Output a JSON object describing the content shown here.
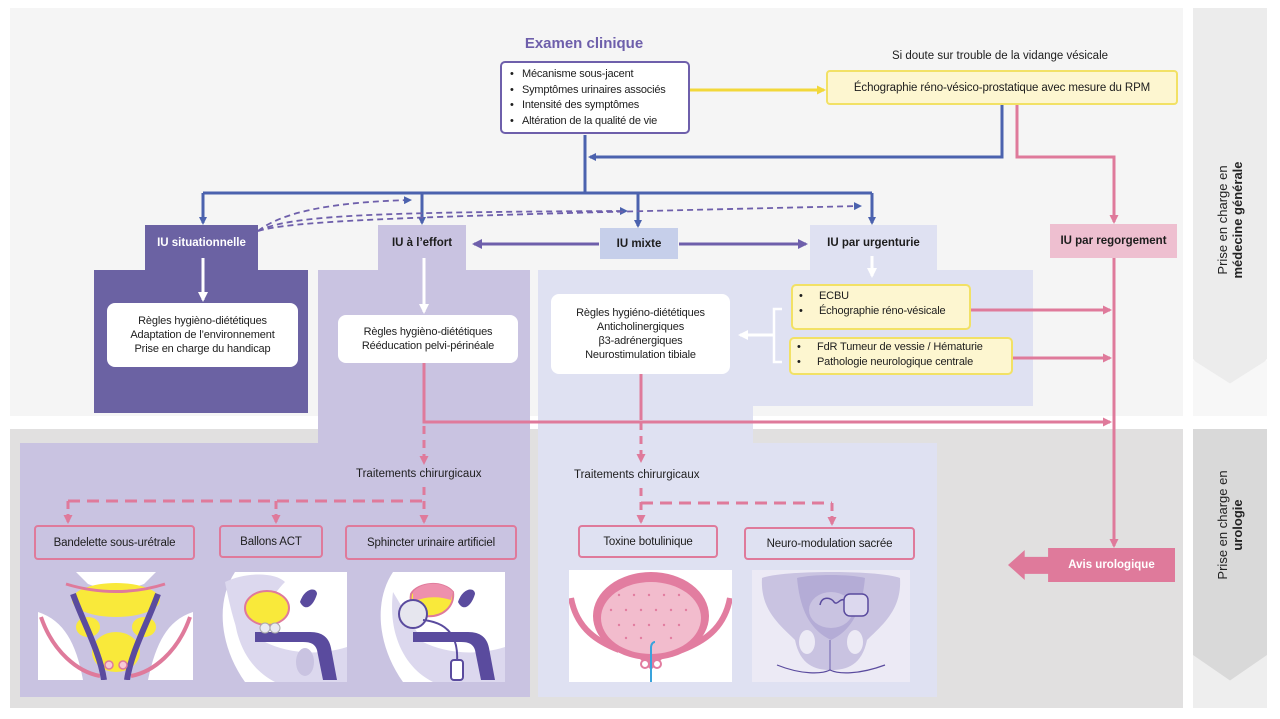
{
  "exam": {
    "title": "Examen clinique",
    "items": [
      "Mécanisme sous-jacent",
      "Symptômes urinaires associés",
      "Intensité des symptômes",
      "Altération de la qualité de vie"
    ]
  },
  "voiding_doubt": {
    "label": "Si doute sur trouble de la vidange vésicale",
    "exam": "Échographie réno-vésico-prostatique avec mesure du RPM"
  },
  "types": {
    "situational": {
      "label": "IU situationnelle",
      "treatments": [
        "Règles hygièno-diététiques",
        "Adaptation de l’environnement",
        "Prise en charge du handicap"
      ]
    },
    "stress": {
      "label": "IU à l’effort",
      "treatments": [
        "Règles hygièno-diététiques",
        "Rééducation pelvi-périnéale"
      ]
    },
    "mixed": {
      "label": "IU mixte"
    },
    "urgency": {
      "label": "IU par urgenturie",
      "treatments": [
        "Règles hygiéno-diététiques",
        "Anticholinergiques",
        "β3-adrénergiques",
        "Neurostimulation tibiale"
      ],
      "checks": [
        {
          "items": [
            "ECBU",
            "Échographie réno-vésicale"
          ]
        },
        {
          "items": [
            "FdR Tumeur de vessie / Hématurie",
            "Pathologie neurologique centrale"
          ]
        }
      ]
    },
    "overflow": {
      "label": "IU par regorgement"
    }
  },
  "surgery": {
    "label": "Traitements chirurgicaux",
    "stress_options": [
      "Bandelette sous-urétrale",
      "Ballons ACT",
      "Sphincter urinaire artificiel"
    ],
    "urgency_options": [
      "Toxine botulinique",
      "Neuro-modulation sacrée"
    ]
  },
  "referral": {
    "label": "Avis urologique"
  },
  "side_panels": [
    {
      "line1": "Prise en charge en",
      "line2": "médecine générale"
    },
    {
      "line1": "Prise en charge en",
      "line2": "urologie"
    }
  ],
  "illustrations": [
    "sub-urethral-sling-illustration",
    "act-balloons-illustration",
    "artificial-urinary-sphincter-illustration",
    "botulinum-toxin-bladder-illustration",
    "sacral-neuromodulation-illustration"
  ],
  "colors": {
    "situational": "#6b62a3",
    "stress": "#c9c3e1",
    "mixed": "#c6cfea",
    "urgency": "#dfe1f2",
    "overflow": "#eebfd0",
    "urology_path": "#df7a9b",
    "general_path": "#4b62ae",
    "highlight_yellow": "#f2e165"
  }
}
